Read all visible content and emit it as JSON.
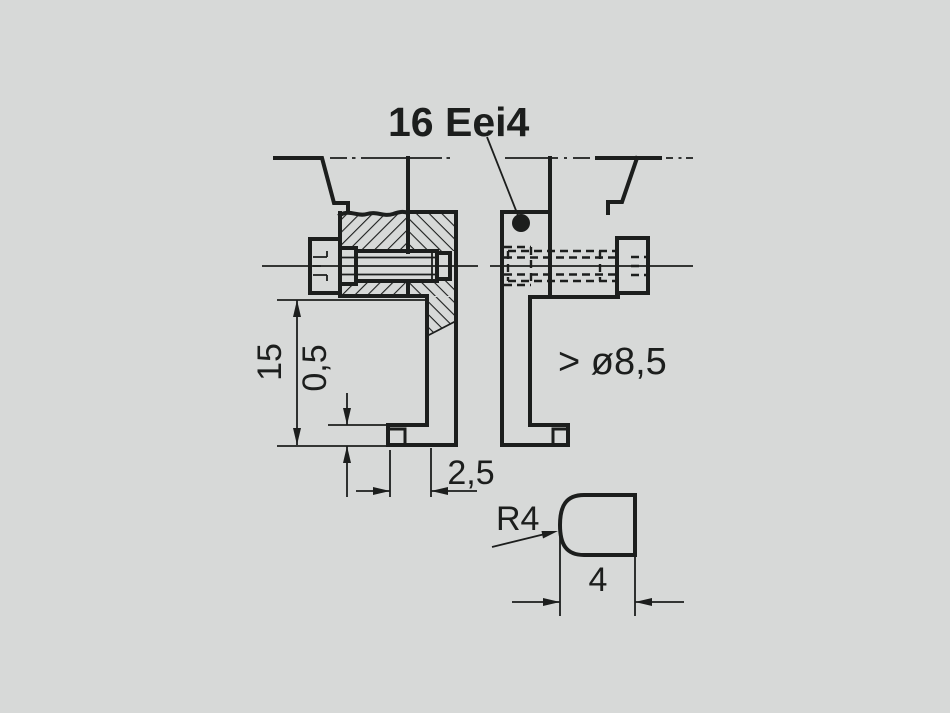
{
  "colors": {
    "background": "#d7d9d8",
    "ink": "#1c1e1d"
  },
  "callout": {
    "text": "16 Eei4"
  },
  "notes": {
    "bore": "> ø8,5",
    "radius": "R4"
  },
  "dims": {
    "height": "15",
    "step": "0,5",
    "lip": "2,5",
    "width": "4"
  }
}
